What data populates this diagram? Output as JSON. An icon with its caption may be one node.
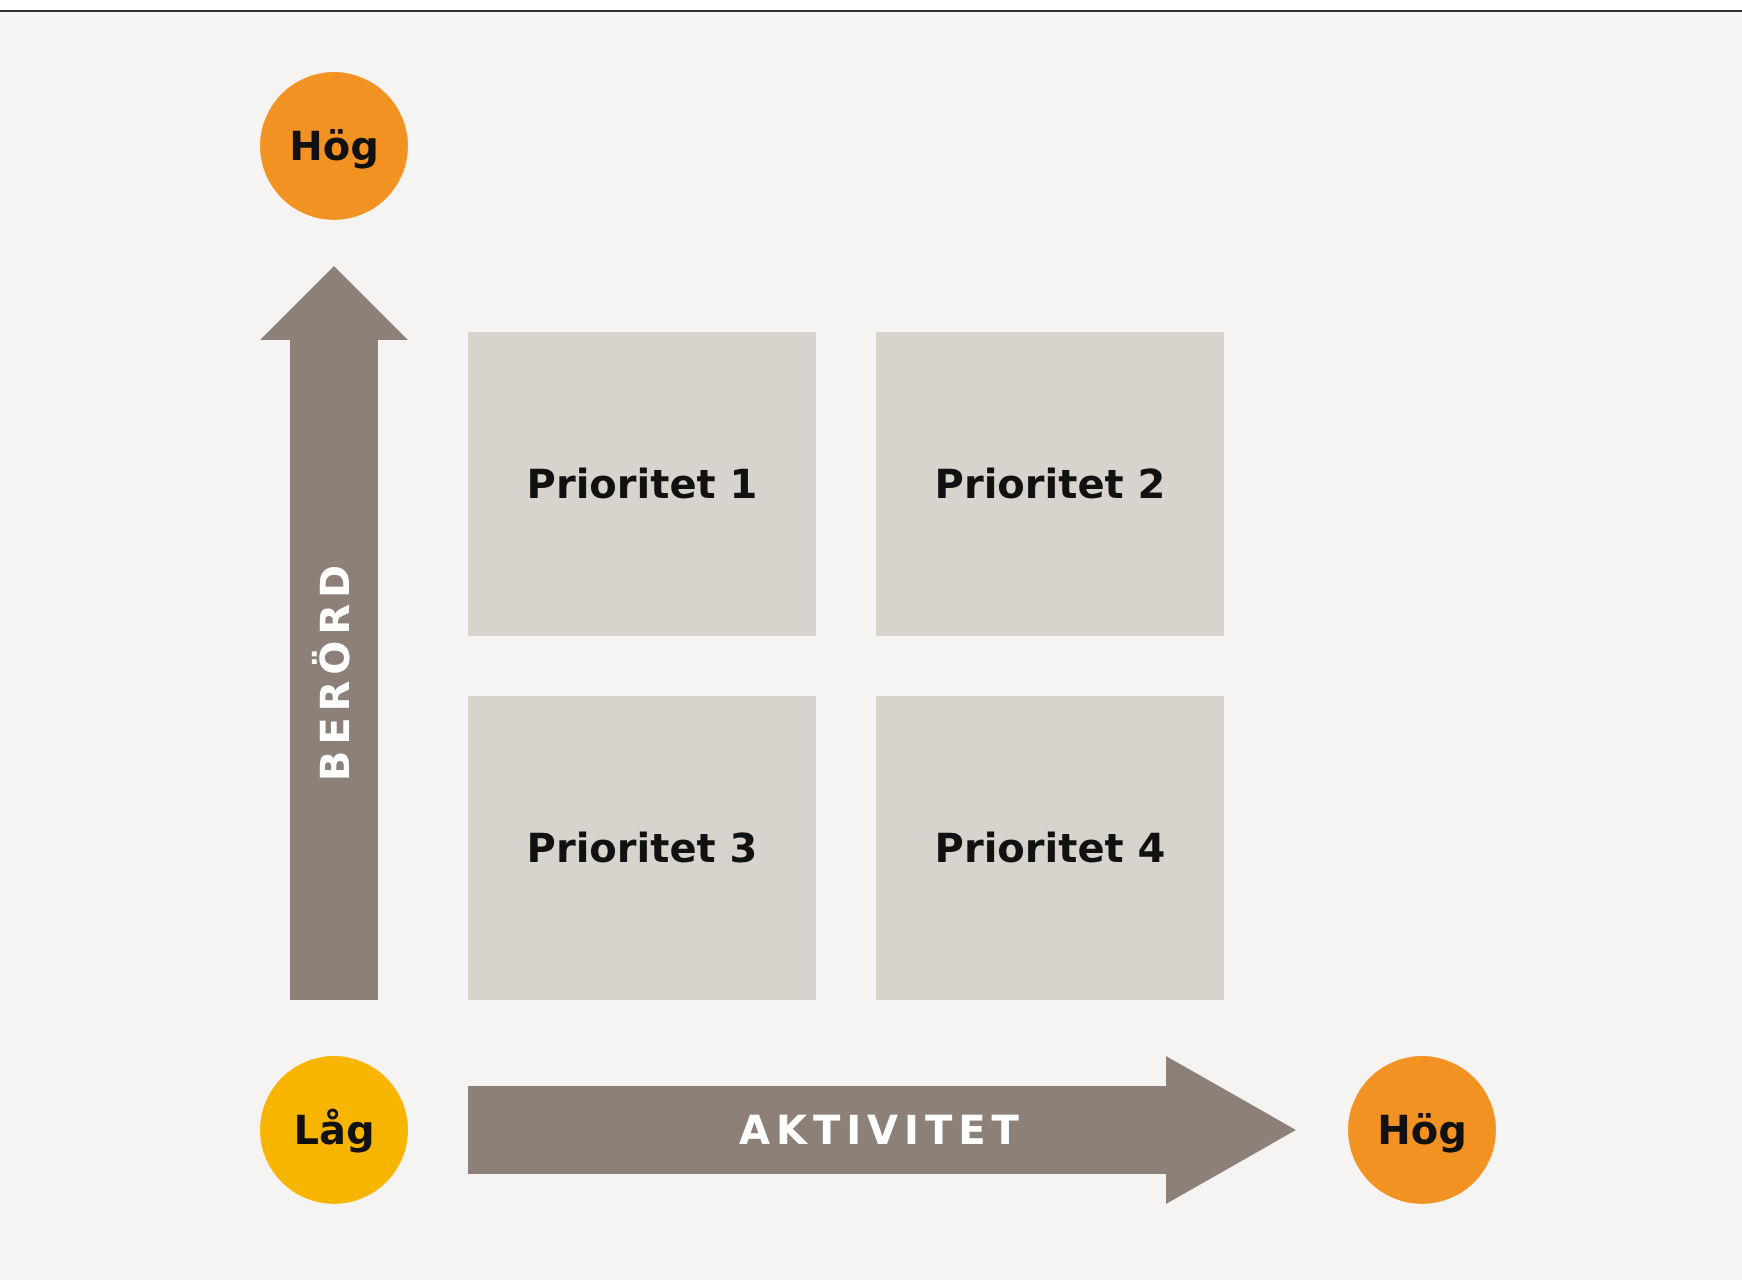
{
  "diagram": {
    "nodes": [
      {
        "text": [
          "Hög"
        ]
      },
      {
        "text": [
          "Prioritet 1"
        ]
      },
      {
        "text": [
          "Prioritet 2"
        ]
      },
      {
        "text": [
          "Prioritet 3"
        ]
      },
      {
        "text": [
          "Prioritet 4"
        ]
      },
      {
        "text": [
          "Låg"
        ]
      },
      {
        "text": [
          "Hög"
        ]
      }
    ],
    "edges": [
      {
        "from": 5,
        "to": 0,
        "arrow": "to",
        "label": "BERÖRD"
      },
      {
        "from": 5,
        "to": 6,
        "arrow": "to",
        "label": "AKTIVITET"
      }
    ]
  }
}
